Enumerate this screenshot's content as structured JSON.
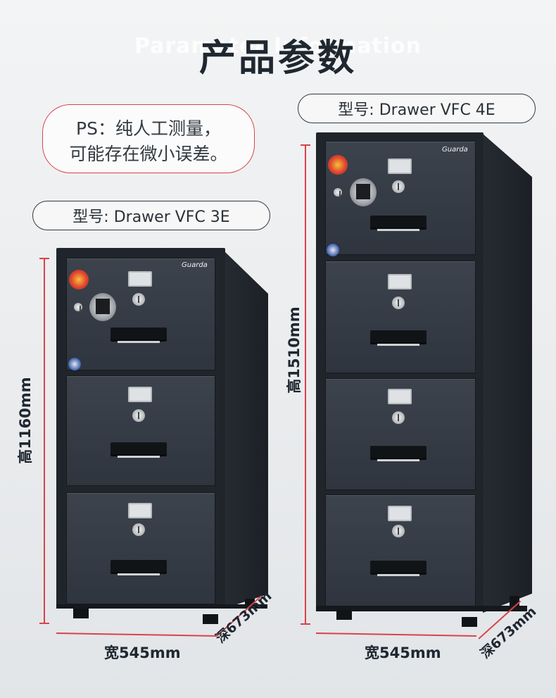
{
  "header": {
    "title_en": "Parameter Information",
    "title_cn": "产品参数"
  },
  "note": {
    "line1": "PS：纯人工测量，",
    "line2": "可能存在微小误差。"
  },
  "model_left": {
    "label": "型号: Drawer VFC 3E",
    "height": "高1160mm",
    "width": "宽545mm",
    "depth": "深673mm",
    "brand": "Guarda",
    "drawers": 3
  },
  "model_right": {
    "label": "型号: Drawer VFC 4E",
    "height": "高1510mm",
    "width": "宽545mm",
    "depth": "深673mm",
    "brand": "Guarda",
    "drawers": 4
  },
  "colors": {
    "accent_red": "#d9434a",
    "cabinet": "#323841",
    "text_dark": "#1f2730"
  }
}
